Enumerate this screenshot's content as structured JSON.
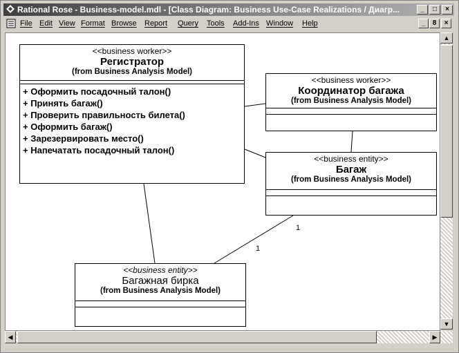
{
  "window": {
    "title": "Rational Rose - Business-model.mdl - [Class Diagram: Business Use-Case Realizations / Диагр...",
    "controls": [
      "_",
      "□",
      "×"
    ],
    "mdi_controls": [
      "_",
      "8",
      "×"
    ]
  },
  "menu": [
    "File",
    "Edit",
    "View",
    "Format",
    "Browse",
    "Report",
    "Query",
    "Tools",
    "Add-Ins",
    "Window",
    "Help"
  ],
  "classes": {
    "registrar": {
      "stereotype": "<<business worker>>",
      "name": "Регистратор",
      "from": "(from Business Analysis Model)",
      "operations": [
        "+ Оформить посадочный талон()",
        "+ Принять багаж()",
        "+ Проверить правильность билета()",
        "+ Оформить багаж()",
        "+ Зарезервировать место()",
        "+ Напечатать посадочный талон()"
      ]
    },
    "coordinator": {
      "stereotype": "<<business worker>>",
      "name": "Координатор багажа",
      "from": "(from Business Analysis Model)"
    },
    "baggage": {
      "stereotype": "<<business entity>>",
      "name": "Багаж",
      "from": "(from Business Analysis Model)"
    },
    "tag": {
      "stereotype": "<<business entity>>",
      "name": "Багажная бирка",
      "from": "(from Business Analysis Model)"
    }
  },
  "multiplicities": {
    "baggage_end": "1",
    "tag_end": "1"
  }
}
